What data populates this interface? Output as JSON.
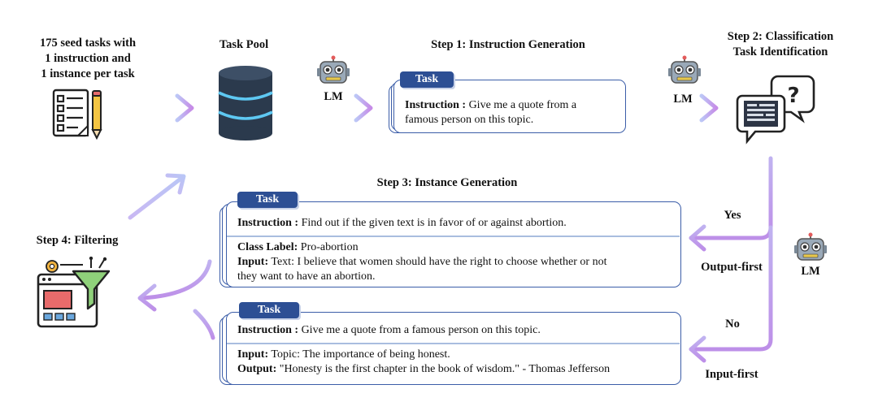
{
  "seed": {
    "line1": "175 seed tasks with",
    "line2": "1 instruction and",
    "line3": "1 instance per task"
  },
  "pool": {
    "title": "Task Pool"
  },
  "lm": {
    "label": "LM"
  },
  "step1": {
    "title": "Step 1: Instruction Generation",
    "tag": "Task",
    "instruction_key": "Instruction :",
    "instruction_line1": " Give me a quote from a",
    "instruction_line2": "famous person on this topic."
  },
  "step2": {
    "line1": "Step 2: Classification",
    "line2": "Task Identification"
  },
  "step3": {
    "title": "Step 3: Instance Generation",
    "card_a": {
      "tag": "Task",
      "instruction_key": "Instruction :",
      "instruction": " Find out if the given text is in favor of or against abortion.",
      "class_key": "Class Label:",
      "class_value": " Pro-abortion",
      "input_key": "Input:",
      "input_line1": " Text: I believe that women should have the right to choose whether or not",
      "input_line2": "they want to have an abortion."
    },
    "card_b": {
      "tag": "Task",
      "instruction_key": "Instruction :",
      "instruction": " Give me a quote from a famous person on this topic.",
      "input_key": "Input:",
      "input_value": " Topic: The importance of being honest.",
      "output_key": "Output:",
      "output_value": " \"Honesty is the first chapter in the book of wisdom.\" - Thomas Jefferson"
    }
  },
  "branch": {
    "yes": "Yes",
    "output_first": "Output-first",
    "no": "No",
    "input_first": "Input-first"
  },
  "step4": {
    "title": "Step 4: Filtering"
  },
  "colors": {
    "card_border": "#3b5da8",
    "tag_bg": "#2d4f94",
    "arrow_start": "#b8c4f5",
    "arrow_end": "#c58ae6",
    "db_dark": "#2b3a4d",
    "db_glow": "#5ec8f2"
  }
}
